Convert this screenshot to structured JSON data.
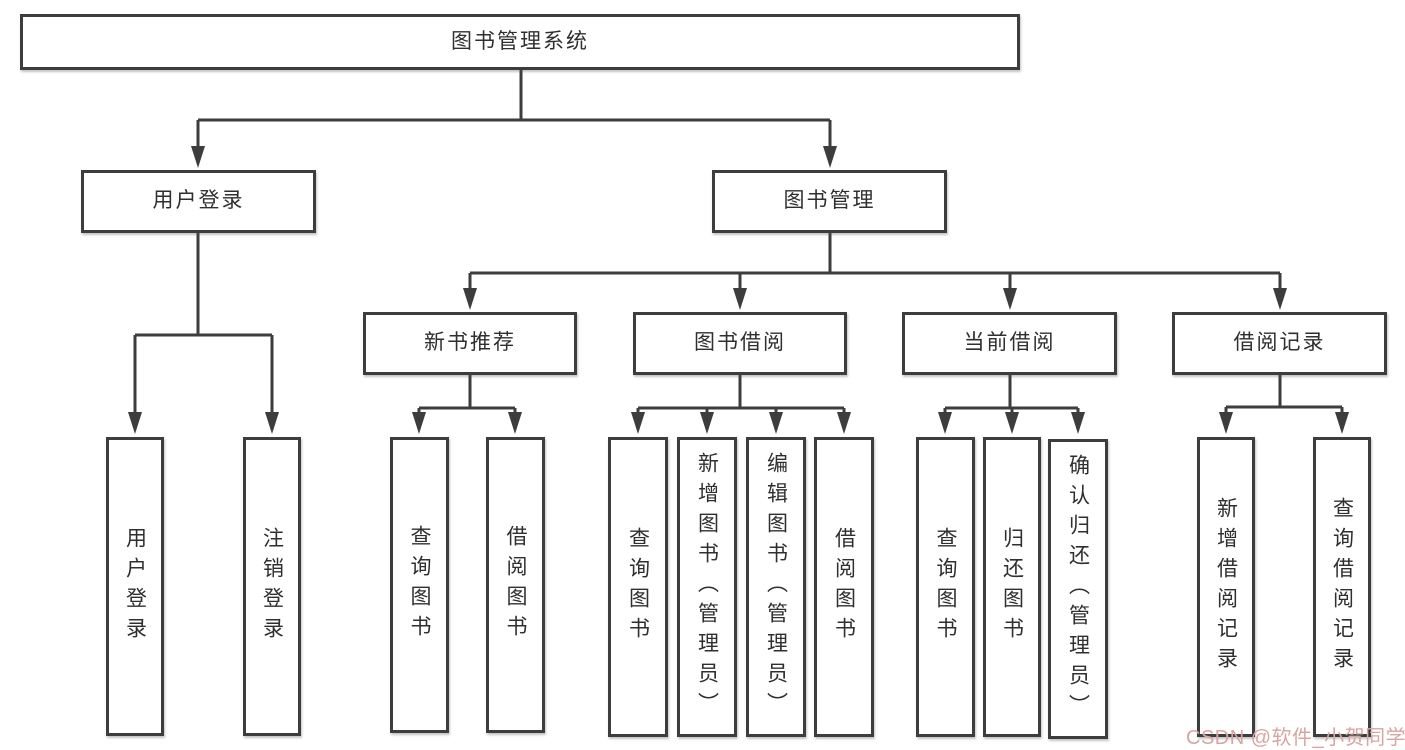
{
  "tree": {
    "root": {
      "label": "图书管理系统"
    },
    "branches": [
      {
        "label": "用户登录",
        "children": [
          {
            "label": "用户登录"
          },
          {
            "label": "注销登录"
          }
        ]
      },
      {
        "label": "图书管理",
        "children": [
          {
            "label": "新书推荐",
            "children": [
              {
                "label": "查询图书"
              },
              {
                "label": "借阅图书"
              }
            ]
          },
          {
            "label": "图书借阅",
            "children": [
              {
                "label": "查询图书"
              },
              {
                "label": "新增图书（管理员）"
              },
              {
                "label": "编辑图书（管理员）"
              },
              {
                "label": "借阅图书"
              }
            ]
          },
          {
            "label": "当前借阅",
            "children": [
              {
                "label": "查询图书"
              },
              {
                "label": "归还图书"
              },
              {
                "label": "确认归还（管理员）"
              }
            ]
          },
          {
            "label": "借阅记录",
            "children": [
              {
                "label": "新增借阅记录"
              },
              {
                "label": "查询借阅记录"
              }
            ]
          }
        ]
      }
    ]
  },
  "watermark": {
    "text": "CSDN @软件_小贺同学"
  },
  "colors": {
    "line": "#3d3d3d",
    "box_border": "#3d3d3d",
    "text": "#2f2f2f",
    "watermark": "#d8a5a0",
    "background": "#ffffff"
  }
}
